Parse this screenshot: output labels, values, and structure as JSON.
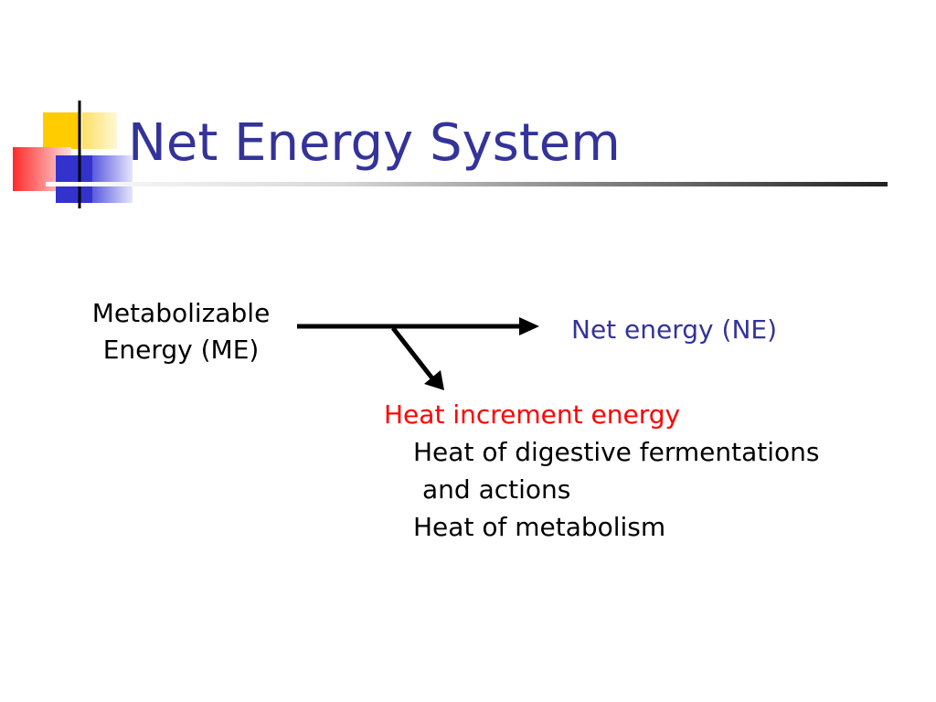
{
  "slide": {
    "title": "Net Energy System",
    "colors": {
      "title": "#333399",
      "net_energy": "#333399",
      "heat_title": "#ff0000",
      "body_text": "#000000",
      "square_yellow": "#ffcc00",
      "square_red": "#ff3333",
      "square_blue": "#3333cc"
    }
  },
  "diagram": {
    "source": {
      "line1": "Metabolizable",
      "line2": "Energy (ME)"
    },
    "target": "Net energy (NE)",
    "branch": {
      "title": "Heat increment energy",
      "items": [
        "Heat of digestive fermentations",
        "and actions",
        "Heat of metabolism"
      ]
    }
  }
}
